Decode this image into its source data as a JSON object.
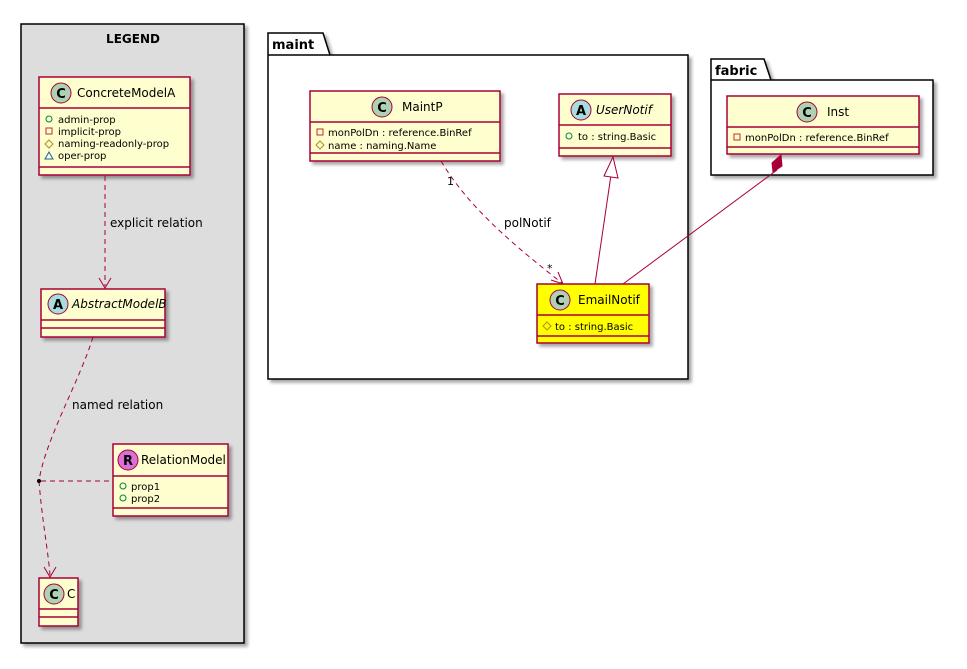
{
  "legend": {
    "title": "LEGEND",
    "concrete_model": {
      "stereotype_letter": "C",
      "name": "ConcreteModelA",
      "props": [
        {
          "visibility": "public",
          "name": "admin-prop"
        },
        {
          "visibility": "private",
          "name": "implicit-prop"
        },
        {
          "visibility": "protected",
          "name": "naming-readonly-prop"
        },
        {
          "visibility": "package",
          "name": "oper-prop"
        }
      ]
    },
    "explicit_relation_label": "explicit relation",
    "abstract_model": {
      "stereotype_letter": "A",
      "name": "AbstractModelB"
    },
    "named_relation_label": "named relation",
    "relation_model": {
      "stereotype_letter": "R",
      "name": "RelationModel",
      "props": [
        {
          "visibility": "public",
          "name": "prop1"
        },
        {
          "visibility": "public",
          "name": "prop2"
        }
      ]
    },
    "target_model": {
      "stereotype_letter": "C",
      "name": "C"
    }
  },
  "packages": {
    "maint": {
      "name": "maint",
      "maintp": {
        "stereotype_letter": "C",
        "name": "MaintP",
        "props": [
          {
            "visibility": "private",
            "name": "monPolDn : reference.BinRef"
          },
          {
            "visibility": "protected",
            "name": "name : naming.Name"
          }
        ]
      },
      "usernotif": {
        "stereotype_letter": "A",
        "name": "UserNotif",
        "props": [
          {
            "visibility": "public",
            "name": "to : string.Basic"
          }
        ]
      },
      "emailnotif": {
        "stereotype_letter": "C",
        "name": "EmailNotif",
        "props": [
          {
            "visibility": "protected",
            "name": "to : string.Basic"
          }
        ]
      },
      "polnotif_relation": {
        "label": "polNotif",
        "source_multiplicity": "1",
        "target_multiplicity": "*"
      }
    },
    "fabric": {
      "name": "fabric",
      "inst": {
        "stereotype_letter": "C",
        "name": "Inst",
        "props": [
          {
            "visibility": "private",
            "name": "monPolDn : reference.BinRef"
          }
        ]
      }
    }
  },
  "colors": {
    "class_fill": "#FEFECE",
    "class_border": "#A80036",
    "highlight_fill": "#FFFF00",
    "legend_fill": "#DDDDDD",
    "circle_c": "#ADD1B2",
    "circle_a": "#A9DCDF",
    "circle_r": "#DA70D6",
    "vis_public": "#038048",
    "vis_private": "#C82930",
    "vis_protected": "#B38D22",
    "vis_package": "#1963A0"
  }
}
